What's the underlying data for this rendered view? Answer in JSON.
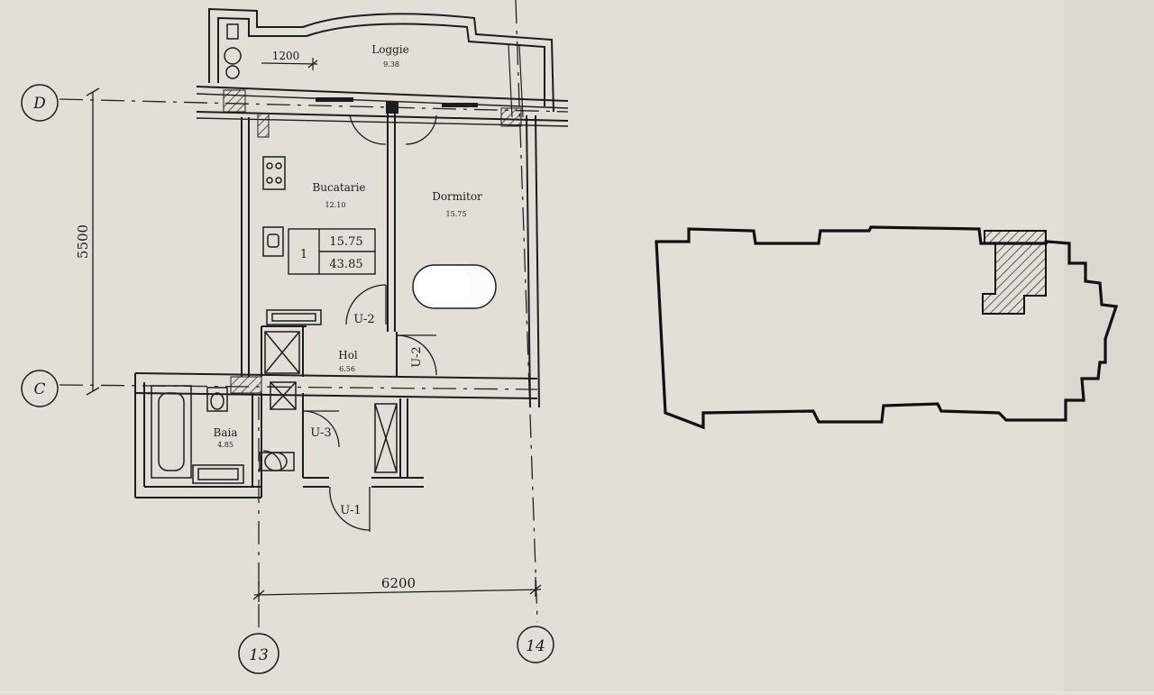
{
  "rooms": {
    "loggie": {
      "name": "Loggie",
      "area": "9.38"
    },
    "bucatarie": {
      "name": "Bucatarie",
      "area": "12.10"
    },
    "dormitor": {
      "name": "Dormitor",
      "area": "15.75"
    },
    "hol": {
      "name": "Hol",
      "area": "6.56"
    },
    "baia": {
      "name": "Baia",
      "area": "4.85"
    }
  },
  "summary": {
    "number": "1",
    "living_area": "15.75",
    "total_area": "43.85"
  },
  "doors": {
    "u1": "U-1",
    "u2a": "U-2",
    "u2b": "U-2",
    "u3": "U-3"
  },
  "dimensions": {
    "width": "6200",
    "depth": "5500",
    "loggia_offset": "1200"
  },
  "axes": {
    "d": "D",
    "c": "C",
    "a13": "13",
    "a14": "14"
  }
}
